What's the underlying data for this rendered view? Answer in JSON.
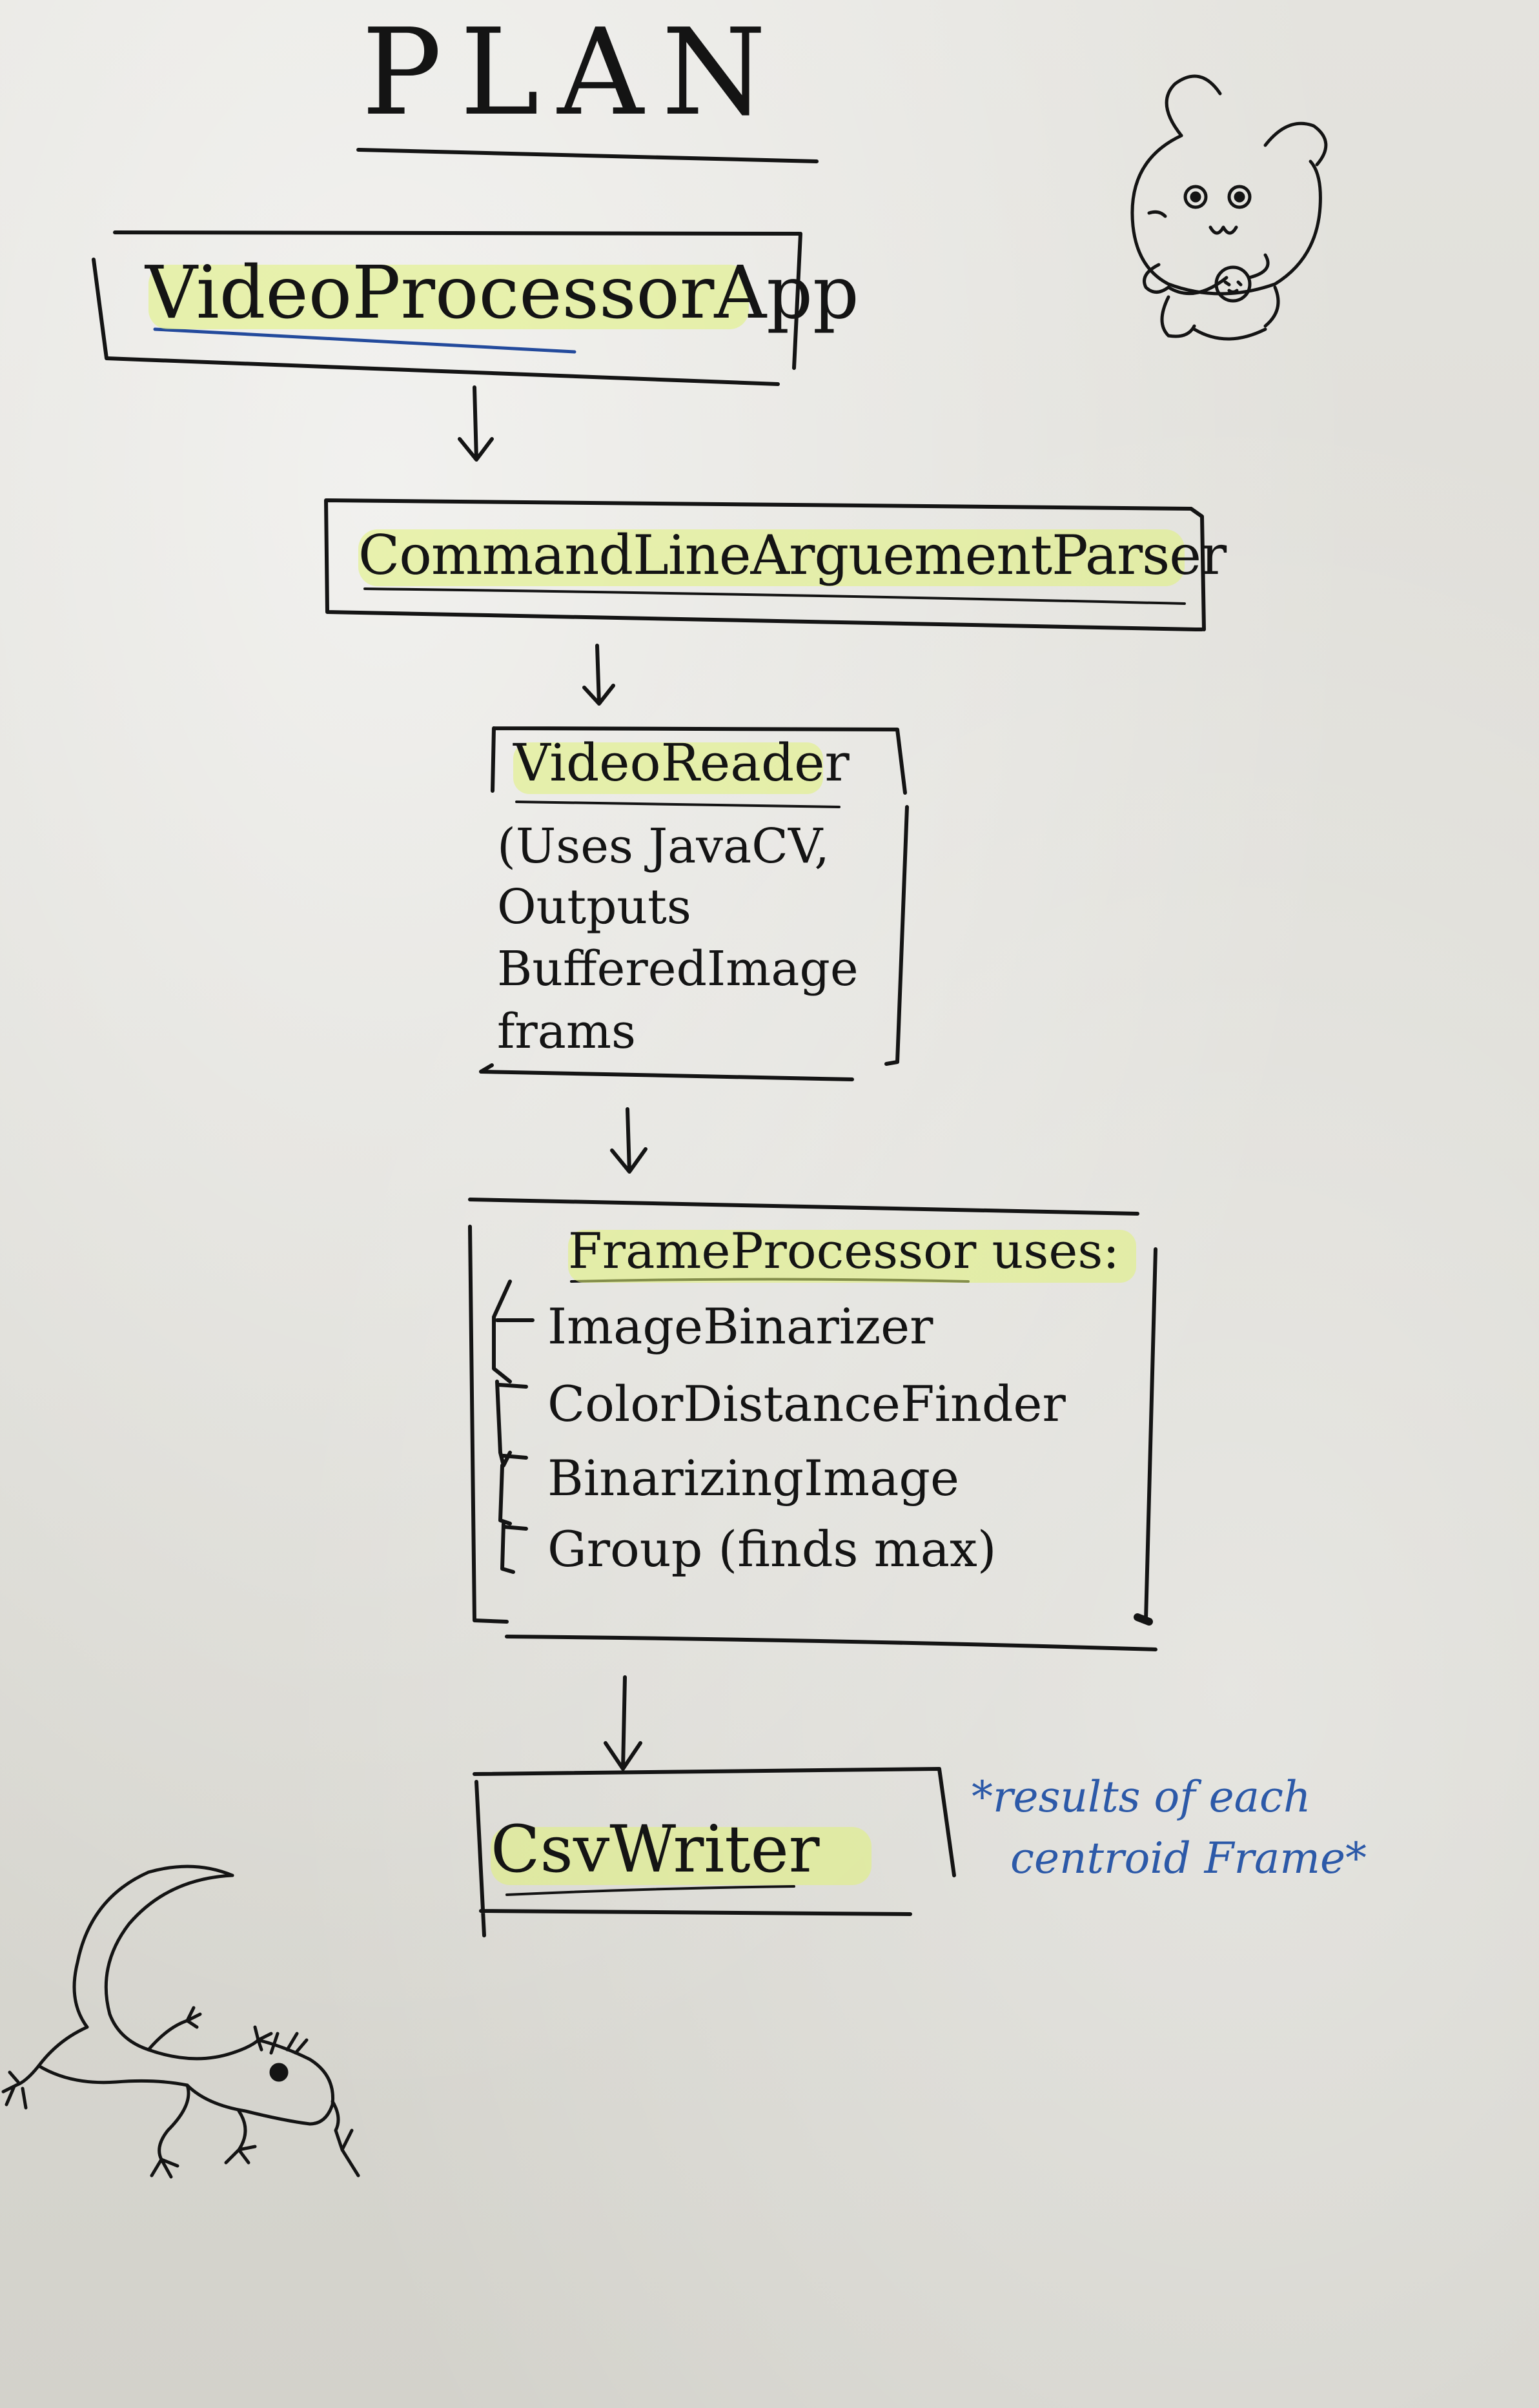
{
  "title": "PLAN",
  "boxes": {
    "app": "VideoProcessorApp",
    "parser": "CommandLineArguementParser",
    "reader": {
      "title": "VideoReader",
      "lines": [
        "(Uses JavaCV,",
        "Outputs",
        "BufferedImage",
        "frams"
      ]
    },
    "processor": {
      "title": "FrameProcessor",
      "title_suffix": "uses:",
      "items": [
        "ImageBinarizer",
        "ColorDistanceFinder",
        "BinarizingImage",
        "Group (finds max)"
      ]
    },
    "writer": "CsvWriter"
  },
  "note": {
    "line1": "*results of each",
    "line2": "centroid Frame*",
    "color": "#2c59a8"
  },
  "highlight_color": "#e0f278",
  "doodles": [
    "bear-doodle",
    "gecko-doodle"
  ]
}
